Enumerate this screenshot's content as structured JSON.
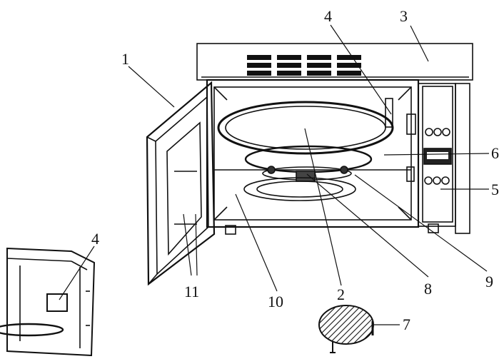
{
  "labels": {
    "l1": "1",
    "l2": "2",
    "l3": "3",
    "l4": "4",
    "l4b": "4",
    "l5": "5",
    "l6": "6",
    "l7": "7",
    "l8": "8",
    "l9": "9",
    "l10": "10",
    "l11": "11"
  },
  "colors": {
    "line": "#111111",
    "background": "#ffffff"
  }
}
